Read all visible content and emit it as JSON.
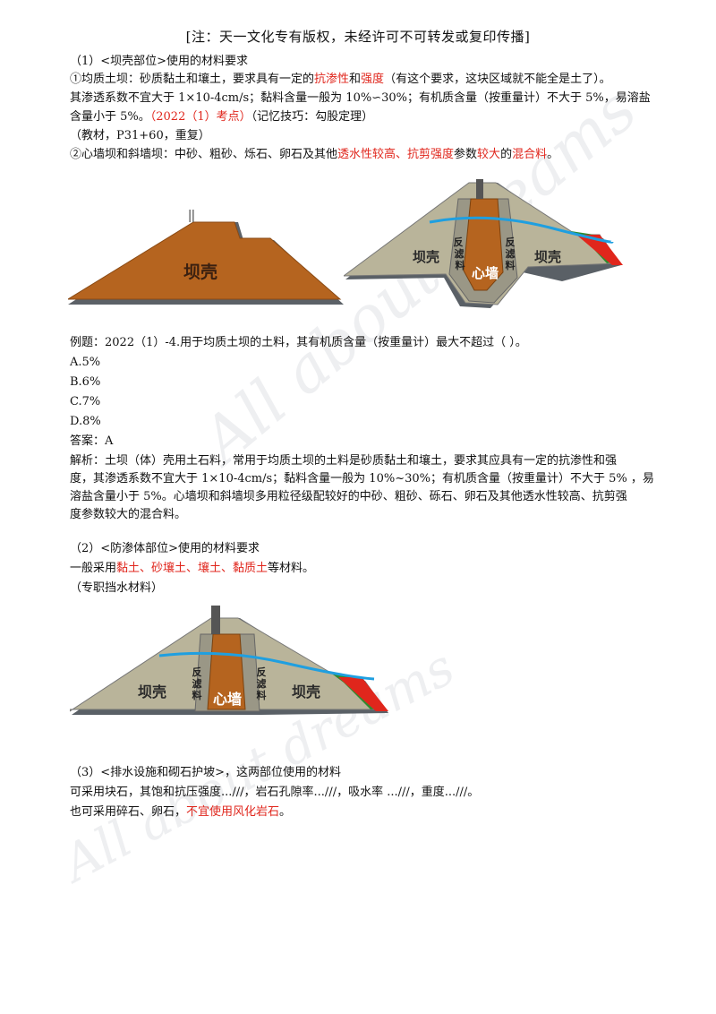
{
  "header": "[注：天一文化专有版权，未经许可不可转发或复印传播]",
  "s1": {
    "title": "（1）<坝壳部位>使用的材料要求",
    "l1a": "①均质土坝：砂质黏土和壤土，要求具有一定的",
    "l1r1": "抗渗性",
    "l1b": "和",
    "l1r2": "强度",
    "l1c": "（有这个要求，这块区域就不能全是土了）。",
    "l2": "其渗透系数不宜大于 1×10-4cm/s；黏料含量一般为 10%∽30%；有机质含量（按重量计）不大于 5%，易溶盐",
    "l3a": "含量小于 5%。",
    "l3r": "（2022（1）考点）",
    "l3b": "（记忆技巧：勾股定理）",
    "l4": "（教材，P31+60，重复）",
    "l5a": "②心墙坝和斜墙坝：中砂、粗砂、烁石、卵石及其他",
    "l5r1": "透水性较高、抗剪强度",
    "l5b": "参数",
    "l5r2": "较大",
    "l5c": "的",
    "l5r3": "混合料",
    "l5d": "。"
  },
  "figures": {
    "shell": "坝壳",
    "core": "心墙",
    "filter": [
      "反",
      "滤",
      "料"
    ]
  },
  "example": {
    "q": "例题：2022（1）-4.用于均质土坝的土料，其有机质含量（按重量计）最大不超过（  ）。",
    "options": [
      "A.5%",
      "B.6%",
      "C.7%",
      "D.8%"
    ],
    "answer": "答案：A",
    "exp1": "解析：土坝（体）壳用土石料，常用于均质土坝的土料是砂质黏土和壤土，要求其应具有一定的抗渗性和强",
    "exp2": "度，其渗透系数不宜大于 1×10-4cm/s；黏料含量一般为 10%~30%；有机质含量（按重量计）不大于 5% ，易",
    "exp3": "溶盐含量小于 5%。心墙坝和斜墙坝多用粒径级配较好的中砂、粗砂、砾石、卵石及其他透水性较高、抗剪强",
    "exp4": "度参数较大的混合料。"
  },
  "s2": {
    "title": "（2）<防渗体部位>使用的材料要求",
    "l1a": "一般采用",
    "l1r": "黏土、砂壤土、壤土、黏质土",
    "l1b": "等材料。",
    "l2": "（专职挡水材料）"
  },
  "s3": {
    "title": "（3）<排水设施和砌石护坡>，这两部位使用的材料",
    "l1": "可采用块石，其饱和抗压强度...///，岩石孔隙率...///，吸水率 ...///，重度...///。",
    "l2a": "也可采用碎石、卵石，",
    "l2r": "不宜使用风化岩石",
    "l2b": "。"
  },
  "watermark": {
    "text1": "All about dreams",
    "text2": "All about dreams"
  },
  "colors": {
    "highlight": "#e0261c",
    "shell_brown": "#b5641f",
    "gravel": "#b9b49a",
    "seepage": "#1f9fe0",
    "grass": "#2f8a2f",
    "riprap": "#e0261c"
  }
}
